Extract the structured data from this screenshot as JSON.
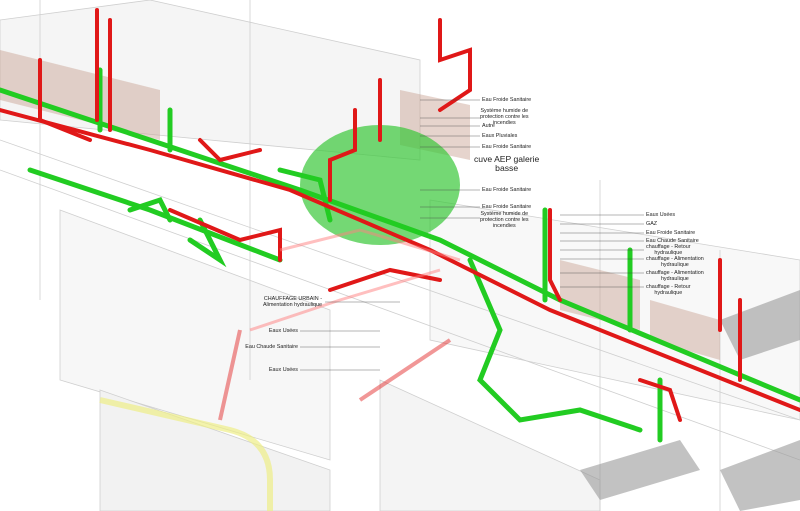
{
  "colors": {
    "cold_water": "#22cc22",
    "hot_water": "#e01818",
    "shell": "#d4d4d4",
    "brick": "#c8a090",
    "tank": "#39c739"
  },
  "labels": {
    "mid": [
      "Eau Froide Sanitaire",
      "Système humide de\nprotection contre les\nincendies",
      "Autre",
      "Eaux Pluviales",
      "Eau Froide Sanitaire",
      "cuve AEP galerie\nbasse",
      "Eau Froide Sanitaire",
      "Eau Froide Sanitaire",
      "Système humide de\nprotection contre les\nincendies"
    ],
    "right": [
      "Eaux Usées",
      "GAZ",
      "Eau Froide Sanitaire",
      "Eau Chaude Sanitaire",
      "chauffage - Retour\nhydraulique",
      "chauffage - Alimentation\nhydraulique",
      "chauffage - Alimentation\nhydraulique",
      "chauffage - Retour\nhydraulique"
    ],
    "left": [
      "CHAUFFAGE URBAIN -\nAlimentation hydraulique",
      "Eaux Usées",
      "Eau Chaude Sanitaire",
      "Eaux Usées"
    ]
  }
}
